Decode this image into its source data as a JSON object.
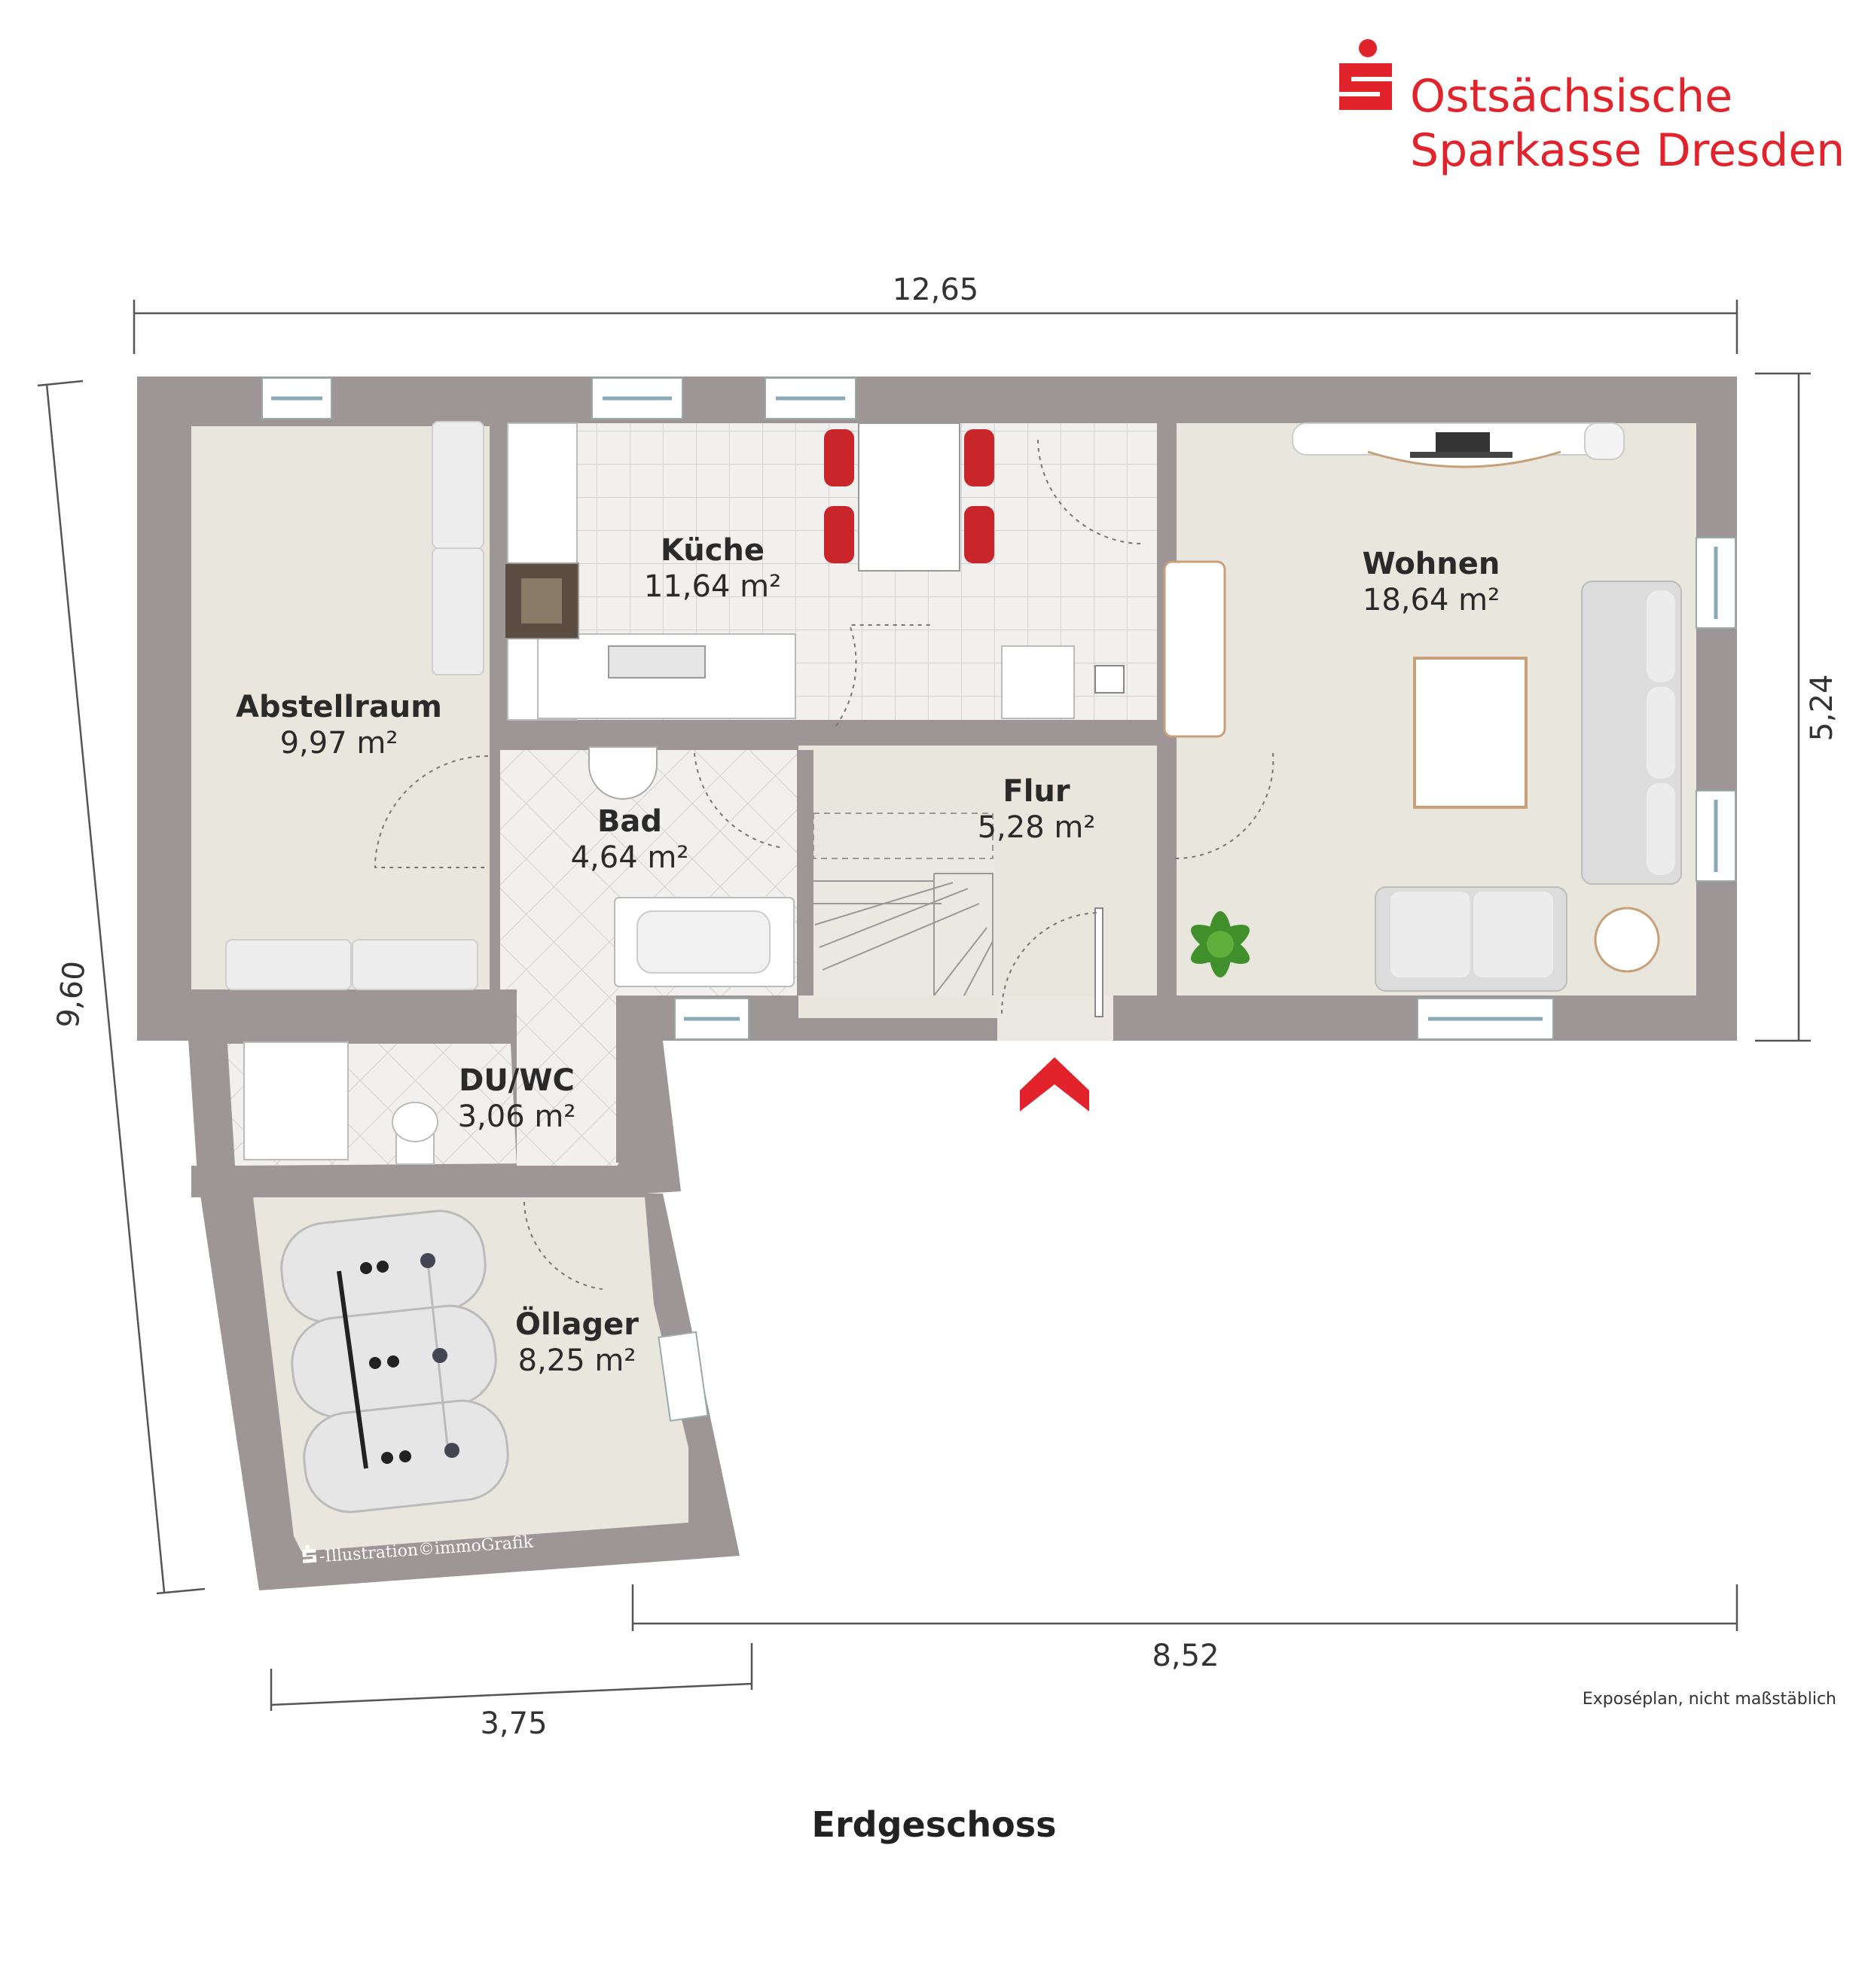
{
  "brand": {
    "line1": "Ostsächsische",
    "line2": "Sparkasse Dresden",
    "color": "#e3232b"
  },
  "dimensions": {
    "top": "12,65",
    "right": "5,24",
    "left": "9,60",
    "bottom_right": "8,52",
    "bottom_left": "3,75"
  },
  "rooms": {
    "kueche": {
      "name": "Küche",
      "area": "11,64 m²"
    },
    "wohnen": {
      "name": "Wohnen",
      "area": "18,64 m²"
    },
    "abstellraum": {
      "name": "Abstellraum",
      "area": "9,97 m²"
    },
    "bad": {
      "name": "Bad",
      "area": "4,64 m²"
    },
    "flur": {
      "name": "Flur",
      "area": "5,28 m²"
    },
    "duwc": {
      "name": "DU/WC",
      "area": "3,06 m²"
    },
    "oellager": {
      "name": "Öllager",
      "area": "8,25 m²"
    }
  },
  "credit": "-Illustration©immoGrafik",
  "note": "Exposéplan, nicht maßstäblich",
  "caption": "Erdgeschoss",
  "colors": {
    "wall": "#9d9596",
    "floor": "#e9e6dd",
    "tile": "#f1f0ee",
    "entrance_arrow": "#e3232b",
    "chair": "#c8262a"
  }
}
